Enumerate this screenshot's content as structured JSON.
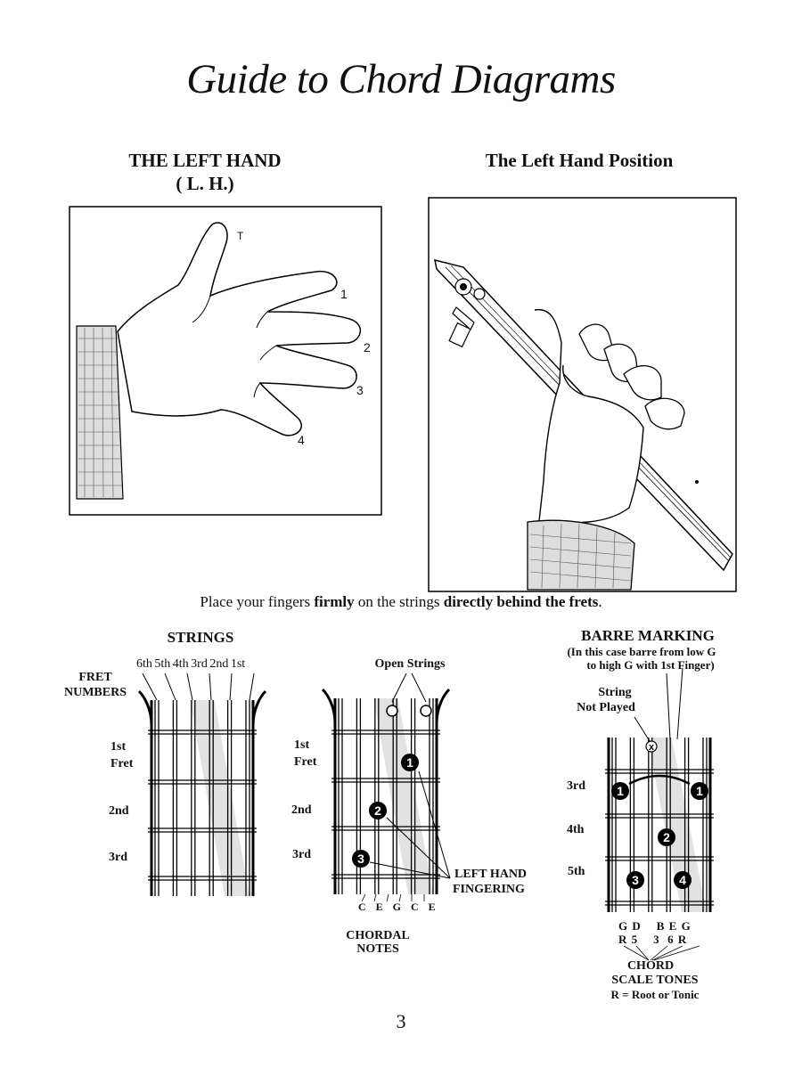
{
  "page": {
    "title": "Guide to Chord Diagrams",
    "page_number": "3"
  },
  "left_hand": {
    "heading": "THE LEFT HAND",
    "subheading": "( L.  H.)",
    "finger_labels": [
      "T",
      "1",
      "2",
      "3",
      "4"
    ]
  },
  "hand_position": {
    "heading": "The Left Hand Position"
  },
  "caption": {
    "part1": "Place your fingers ",
    "bold1": "firmly",
    "part2": " on the strings ",
    "bold2": "directly behind the frets",
    "part3": "."
  },
  "diagram1": {
    "heading": "STRINGS",
    "string_labels": "6th 5th 4th 3rd 2nd 1st",
    "fret_numbers_label_1": "FRET",
    "fret_numbers_label_2": "NUMBERS",
    "frets": [
      "1st",
      "Fret",
      "2nd",
      "3rd"
    ]
  },
  "diagram2": {
    "open_strings": "Open Strings",
    "frets": [
      "1st",
      "Fret",
      "2nd",
      "3rd"
    ],
    "fingers": [
      "1",
      "2",
      "3"
    ],
    "fingering_label_1": "LEFT HAND",
    "fingering_label_2": "FINGERING",
    "notes": "C E G C E",
    "chordal_1": "CHORDAL",
    "chordal_2": "NOTES"
  },
  "diagram3": {
    "heading": "BARRE MARKING",
    "sub_1": "(In this case barre from low G",
    "sub_2": "to high G with 1st Finger)",
    "not_played_1": "String",
    "not_played_2": "Not Played",
    "muted_mark": "x",
    "frets": [
      "3rd",
      "4th",
      "5th"
    ],
    "fingers": [
      "1",
      "1",
      "2",
      "3",
      "4"
    ],
    "notes_row": "G D    B E G",
    "tones_row": "R 5    3  6 R",
    "chord_1": "CHORD",
    "chord_2": "SCALE TONES",
    "chord_3": "R = Root or Tonic"
  }
}
